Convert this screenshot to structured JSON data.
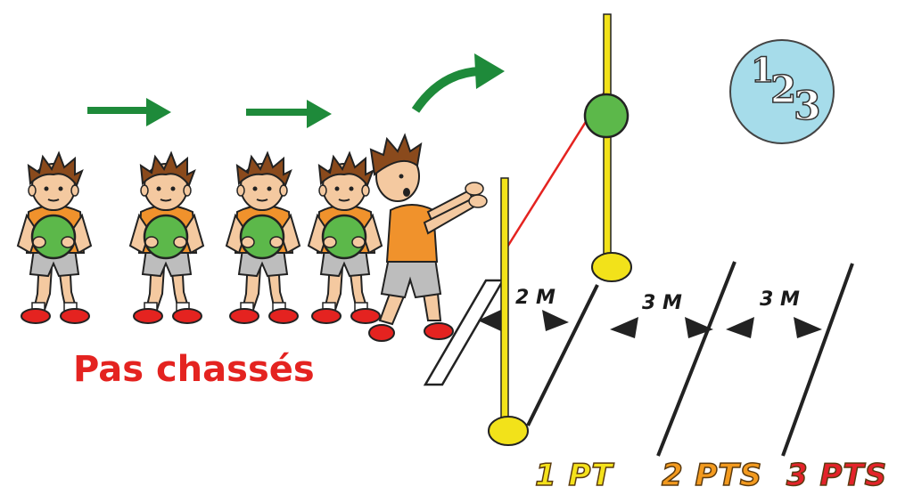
{
  "title": "Pas chassés",
  "badge": {
    "d1": "1",
    "d2": "2",
    "d3": "3"
  },
  "distances": [
    "2 M",
    "3 M",
    "3 M"
  ],
  "scores": [
    {
      "label": "1 PT",
      "color": "#f5e21b"
    },
    {
      "label": "2 PTS",
      "color": "#f39a1e"
    },
    {
      "label": "3 PTS",
      "color": "#e4232a"
    }
  ],
  "colors": {
    "arrow": "#1e8a3a",
    "ball": "#5cb84a",
    "pole": "#f2e21a",
    "rope": "#e42320",
    "shirt": "#f0922c"
  }
}
